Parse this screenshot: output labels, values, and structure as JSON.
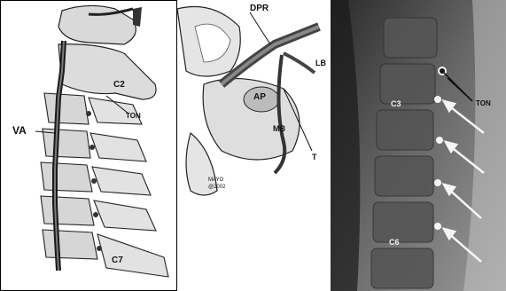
{
  "panels": {
    "left": {
      "labels": {
        "va": "VA",
        "c2": "C2",
        "ton": "TON",
        "c7": "C7"
      }
    },
    "middle": {
      "labels": {
        "dpr": "DPR",
        "lb": "LB",
        "ap": "AP",
        "mb": "MB",
        "t": "T",
        "mayo": "MAYO",
        "year": "@2002"
      }
    },
    "right": {
      "labels": {
        "c3": "C3",
        "ton": "TON",
        "c6": "C6"
      }
    }
  }
}
